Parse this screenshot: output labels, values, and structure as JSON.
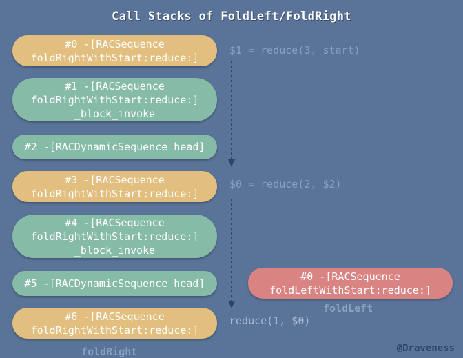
{
  "title": "Call Stacks of FoldLeft/FoldRight",
  "fold_right": {
    "caption": "foldRight",
    "frames": [
      {
        "lines": [
          "#0 -[RACSequence",
          "foldRightWithStart:reduce:]"
        ],
        "color": "#e2bf7f"
      },
      {
        "lines": [
          "#1 -[RACSequence",
          "foldRightWithStart:reduce:]",
          "_block_invoke"
        ],
        "color": "#86bba8"
      },
      {
        "lines": [
          "#2 -[RACDynamicSequence head]"
        ],
        "color": "#86bba8"
      },
      {
        "lines": [
          "#3 -[RACSequence",
          "foldRightWithStart:reduce:]"
        ],
        "color": "#e2bf7f"
      },
      {
        "lines": [
          "#4 -[RACSequence",
          "foldRightWithStart:reduce:]",
          "_block_invoke"
        ],
        "color": "#86bba8"
      },
      {
        "lines": [
          "#5 -[RACDynamicSequence head]"
        ],
        "color": "#86bba8"
      },
      {
        "lines": [
          "#6 -[RACSequence",
          "foldRightWithStart:reduce:]"
        ],
        "color": "#e2bf7f"
      }
    ]
  },
  "reductions": [
    "$1 = reduce(3, start)",
    "$0 = reduce(2, $2)",
    "reduce(1, $0)"
  ],
  "fold_left": {
    "caption": "foldLeft",
    "frame": {
      "lines": [
        "#0 -[RACSequence",
        "foldLeftWithStart:reduce:]"
      ],
      "color": "#d98383"
    }
  },
  "signature": "@Draveness"
}
